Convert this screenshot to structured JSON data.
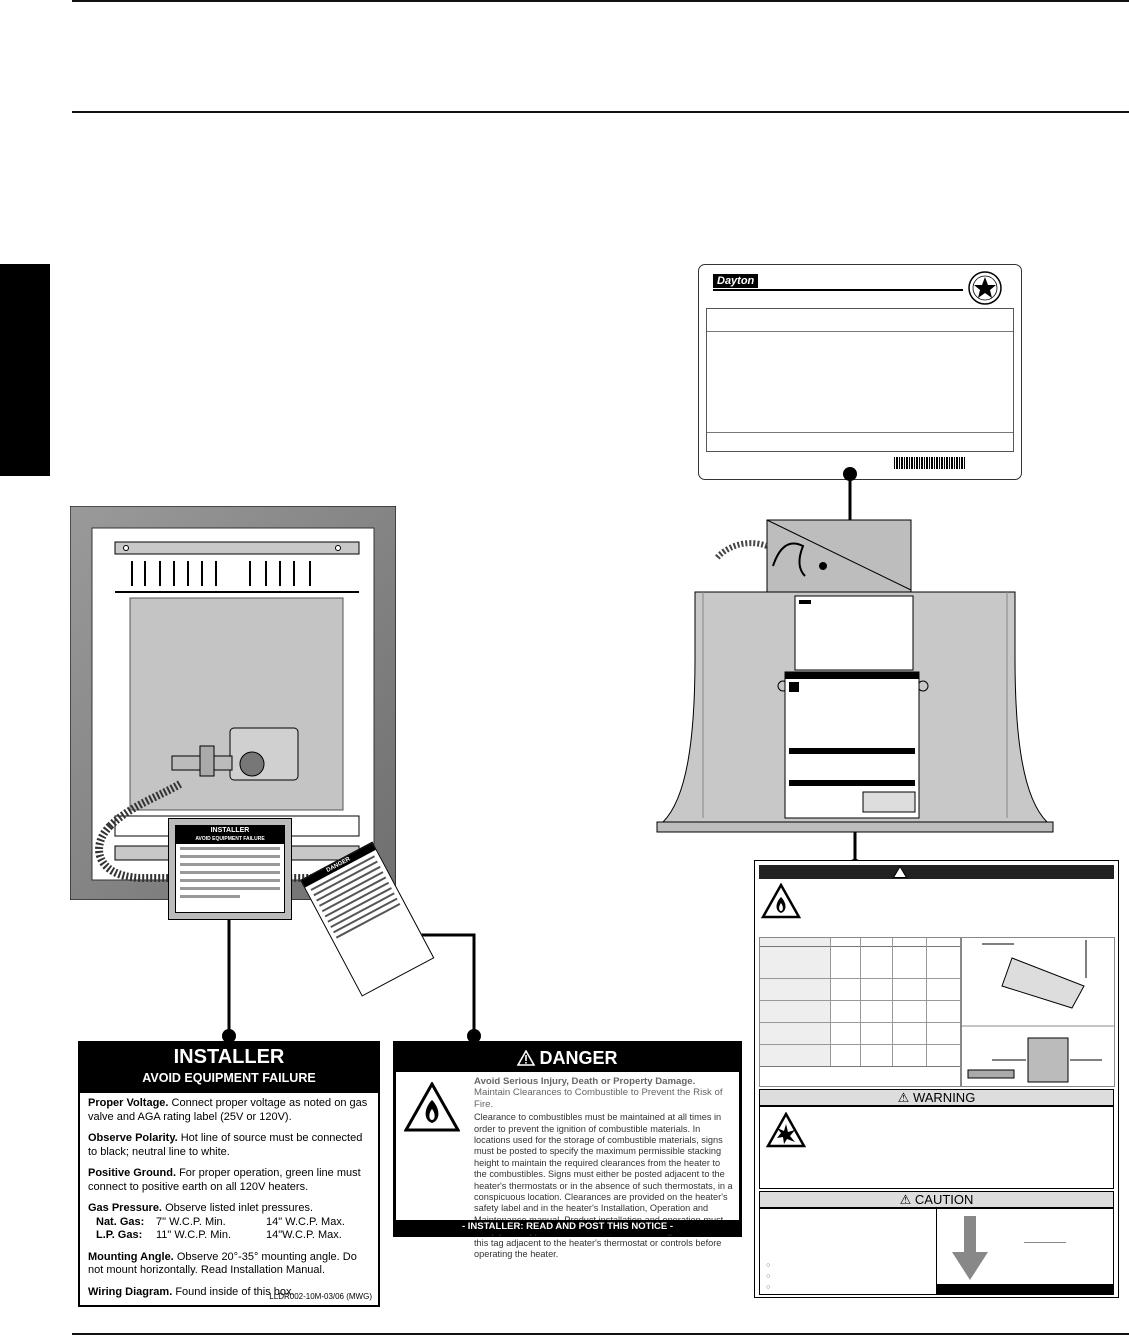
{
  "rating_plate": {
    "brand": "Dayton"
  },
  "installer_label": {
    "title": "INSTALLER",
    "subtitle": "AVOID EQUIPMENT FAILURE",
    "items": [
      {
        "head": "Proper Voltage.",
        "text": "Connect proper voltage as noted on gas valve and AGA rating label (25V or 120V)."
      },
      {
        "head": "Observe Polarity.",
        "text": "Hot line of source must be connected to black; neutral line to white."
      },
      {
        "head": "Positive Ground.",
        "text": "For proper operation, green line must connect to positive earth on all 120V heaters."
      },
      {
        "head": "Gas Pressure.",
        "text": "Observe listed inlet pressures."
      },
      {
        "head": "Mounting Angle.",
        "text": "Observe 20°-35° mounting angle. Do not mount horizontally. Read Installation Manual."
      },
      {
        "head": "Wiring Diagram.",
        "text": "Found inside of this box."
      }
    ],
    "gas_rows": [
      {
        "label": "Nat. Gas:",
        "min": "7\" W.C.P. Min.",
        "max": "14\" W.C.P. Max."
      },
      {
        "label": "L.P. Gas:",
        "min": "11\" W.C.P. Min.",
        "max": "14\"W.C.P. Max."
      }
    ],
    "code": "LLDR002-10M-03/06 (MWG)"
  },
  "danger_label": {
    "title": "DANGER",
    "sub1": "Avoid Serious Injury, Death or Property Damage.",
    "sub2": "Maintain Clearances to Combustible to Prevent the Risk of Fire.",
    "body": "Clearance to combustibles must be maintained at all times in order to prevent the ignition of combustible materials. In locations used for the storage  of combustible materials, signs must be posted to specify the maximum permissible stacking height to maintain the required clearances from the heater to the combustibles. Signs must either be posted adjacent to the heater's thermostats or in the absence of such thermostats, in a conspicuous location. Clearances are provided on the heater's safety label and in the heater's Installation, Operation and Maintenance manual. Product installation and operation must comply with applicable standards, codes and regulations. Post this tag adjacent to the heater's thermostat or controls before operating the heater.",
    "footer": "- INSTALLER: READ AND POST THIS NOTICE -"
  },
  "safety_label": {
    "warning_title": "WARNING",
    "caution_title": "CAUTION"
  },
  "heater_tag": {
    "title": "INSTALLER",
    "subtitle": "AVOID EQUIPMENT FAILURE"
  },
  "hang_tag": {
    "title": "DANGER"
  }
}
